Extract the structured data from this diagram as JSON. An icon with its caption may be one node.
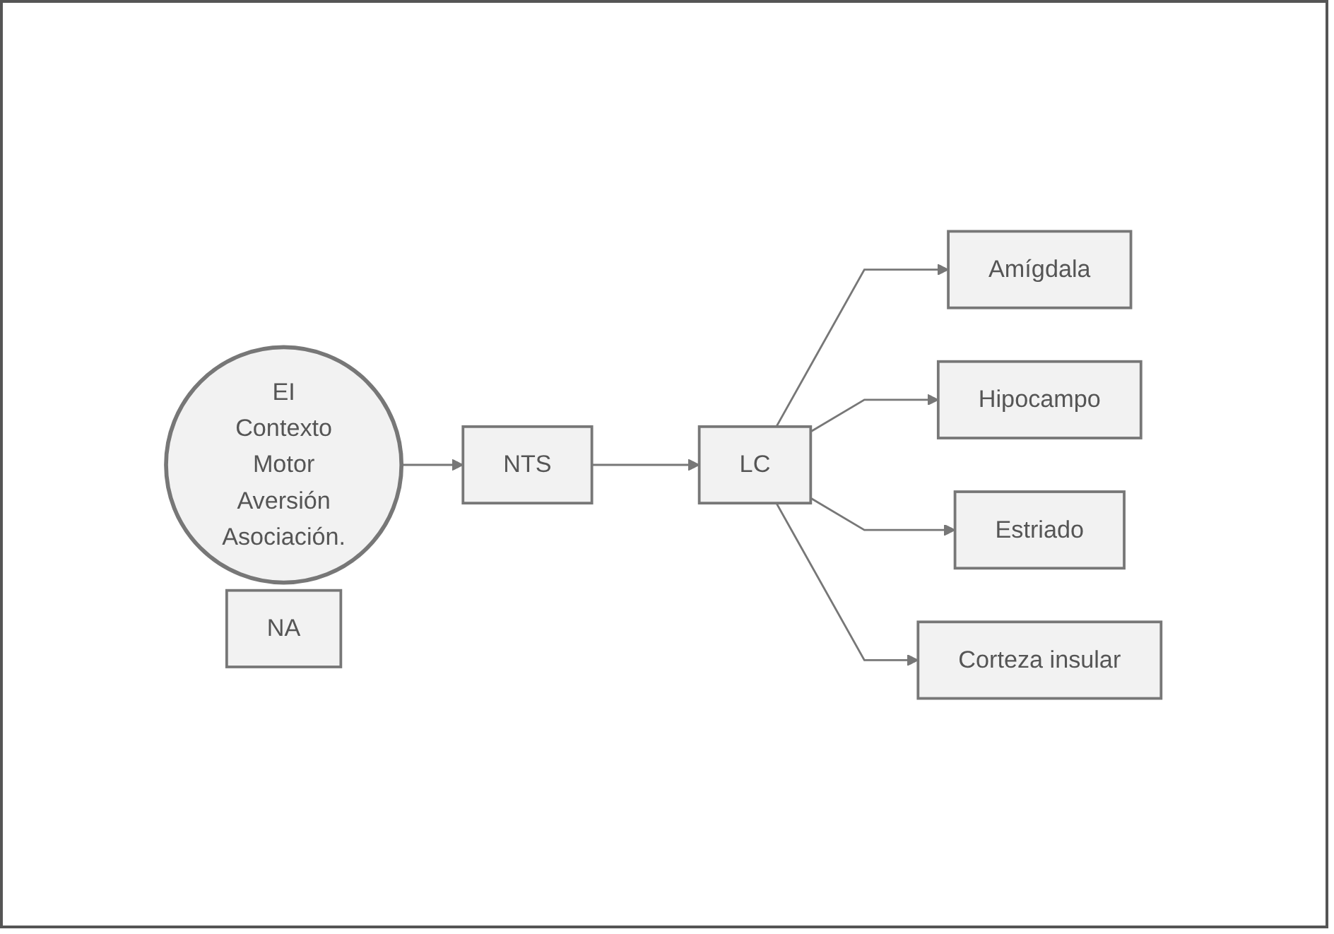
{
  "diagram": {
    "nodes": [
      {
        "text": [
          "EI",
          "Contexto",
          "Motor",
          "Aversión",
          "Asociación."
        ]
      },
      {
        "text": [
          "NTS"
        ]
      },
      {
        "text": [
          "LC"
        ]
      },
      {
        "text": [
          "NA"
        ]
      },
      {
        "text": [
          "Amígdala"
        ]
      },
      {
        "text": [
          "Estriado"
        ]
      },
      {
        "text": [
          "Hipocampo"
        ]
      },
      {
        "text": [
          "Corteza insular"
        ]
      }
    ],
    "edges": [
      {
        "from": 0,
        "to": 1,
        "arrow": "to"
      },
      {
        "from": 1,
        "to": 2,
        "arrow": "to"
      },
      {
        "from": 2,
        "to": 4,
        "arrow": "to"
      },
      {
        "from": 2,
        "to": 6,
        "arrow": "to"
      },
      {
        "from": 2,
        "to": 5,
        "arrow": "to"
      },
      {
        "from": 2,
        "to": 7,
        "arrow": "to"
      }
    ]
  }
}
